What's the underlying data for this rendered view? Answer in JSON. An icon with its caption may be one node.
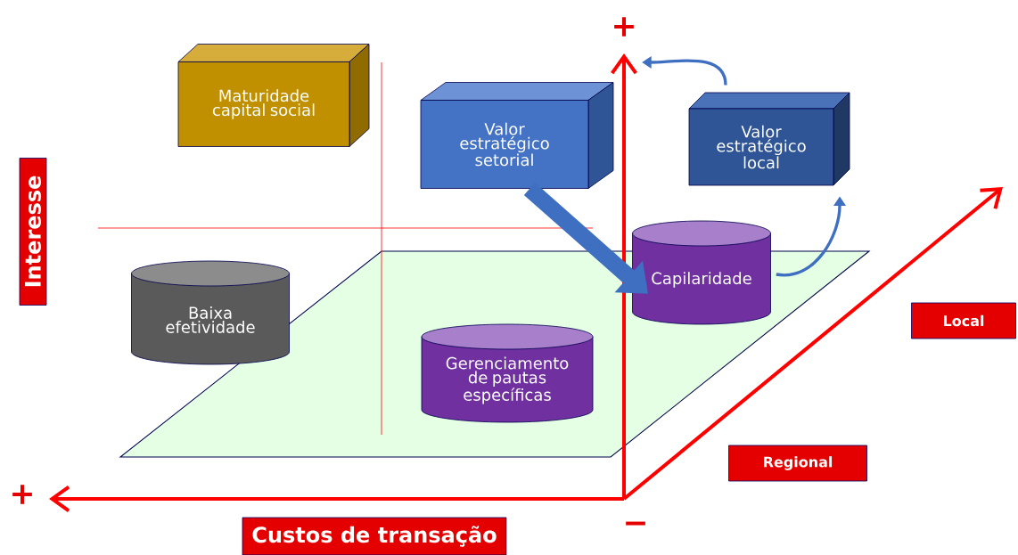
{
  "diagram": {
    "nodes": [
      {
        "text": [
          "Maturidade capital social"
        ]
      },
      {
        "text": [
          "Valor estratégico setorial"
        ]
      },
      {
        "text": [
          "Valor estratégico local"
        ]
      },
      {
        "text": [
          "Baixa efetividade"
        ]
      },
      {
        "text": [
          "Gerenciamento de pautas específicas"
        ]
      },
      {
        "text": [
          "Capilaridade"
        ]
      },
      {
        "text": [
          "Interesse"
        ]
      },
      {
        "text": [
          "Local"
        ]
      },
      {
        "text": [
          "Regional"
        ]
      },
      {
        "text": [
          "Custos de transação"
        ]
      }
    ],
    "edges": [
      {
        "from": 1,
        "to": 5,
        "arrow": "to",
        "style": "thick"
      },
      {
        "from": 5,
        "to": 2,
        "arrow": "to"
      },
      {
        "from": 2,
        "to": null,
        "arrow": "to"
      }
    ],
    "labels": [
      "+",
      "+",
      "−"
    ]
  }
}
